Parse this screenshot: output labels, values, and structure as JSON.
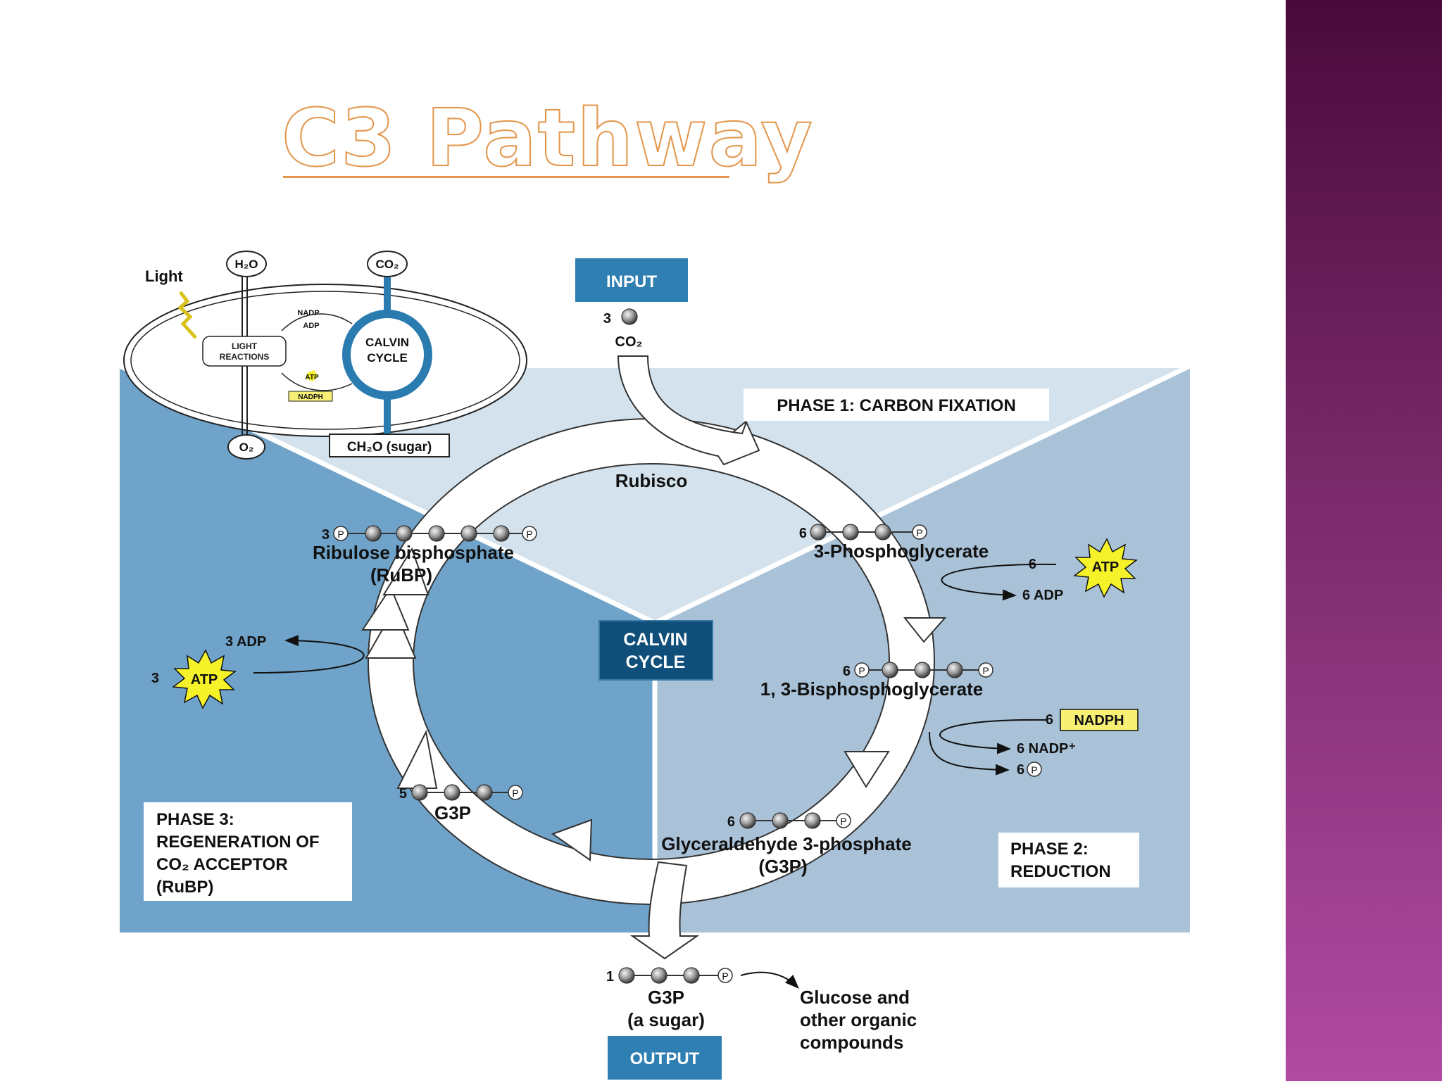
{
  "slide": {
    "title": "C3 Pathway"
  },
  "inset": {
    "light": "Light",
    "h2o": "H₂O",
    "co2": "CO₂",
    "o2": "O₂",
    "light_reactions": [
      "LIGHT",
      "REACTIONS"
    ],
    "calvin_cycle": [
      "CALVIN",
      "CYCLE"
    ],
    "nadp": "NADP",
    "adp": "ADP",
    "atp": "ATP",
    "nadph": "NADPH",
    "sugar": "CH₂O (sugar)"
  },
  "input": {
    "label": "INPUT",
    "count": "3",
    "molecule": "CO₂"
  },
  "phase1": {
    "label": "PHASE 1: CARBON FIXATION",
    "enzyme": "Rubisco"
  },
  "phase2": {
    "label": [
      "PHASE 2:",
      "REDUCTION"
    ]
  },
  "phase3": {
    "label": [
      "PHASE 3:",
      "REGENERATION OF",
      "CO₂ ACCEPTOR",
      "(RuBP)"
    ]
  },
  "center": {
    "label": [
      "CALVIN",
      "CYCLE"
    ]
  },
  "molecules": {
    "rubp": {
      "count": "3",
      "name": "Ribulose bisphosphate",
      "abbr": "(RuBP)"
    },
    "pga": {
      "count": "6",
      "name": "3-Phosphoglycerate"
    },
    "bpg": {
      "count": "6",
      "name": "1, 3-Bisphosphoglycerate"
    },
    "g3p_ring": {
      "count": "6",
      "name": "Glyceraldehyde 3-phosphate",
      "abbr": "(G3P)"
    },
    "g3p_regen": {
      "count": "5",
      "name": "G3P"
    },
    "g3p_out": {
      "count": "1",
      "name": "G3P",
      "desc": "(a sugar)"
    }
  },
  "energy": {
    "atp_in_right": {
      "count": "6",
      "label": "ATP"
    },
    "adp_out_right": "6 ADP",
    "nadph_in": {
      "count": "6",
      "label": "NADPH"
    },
    "nadp_out": "6 NADP⁺",
    "pi_out": {
      "count": "6",
      "symbol": "P"
    },
    "atp_in_left": {
      "count": "3",
      "label": "ATP"
    },
    "adp_out_left": "3 ADP"
  },
  "output": {
    "label": "OUTPUT",
    "products": [
      "Glucose and",
      "other organic",
      "compounds"
    ]
  },
  "phosphate_symbol": "P",
  "colors": {
    "title_orange": "#e3974e",
    "panel_dark": "#6fa3c9",
    "panel_light": "#d3e2ec",
    "panel_mid": "#a9c2d8",
    "box_blue": "#2f7fb3",
    "center_navy": "#0f4f79",
    "atp_yellow": "#f6f22a",
    "nadph_yellow": "#f7f074"
  }
}
